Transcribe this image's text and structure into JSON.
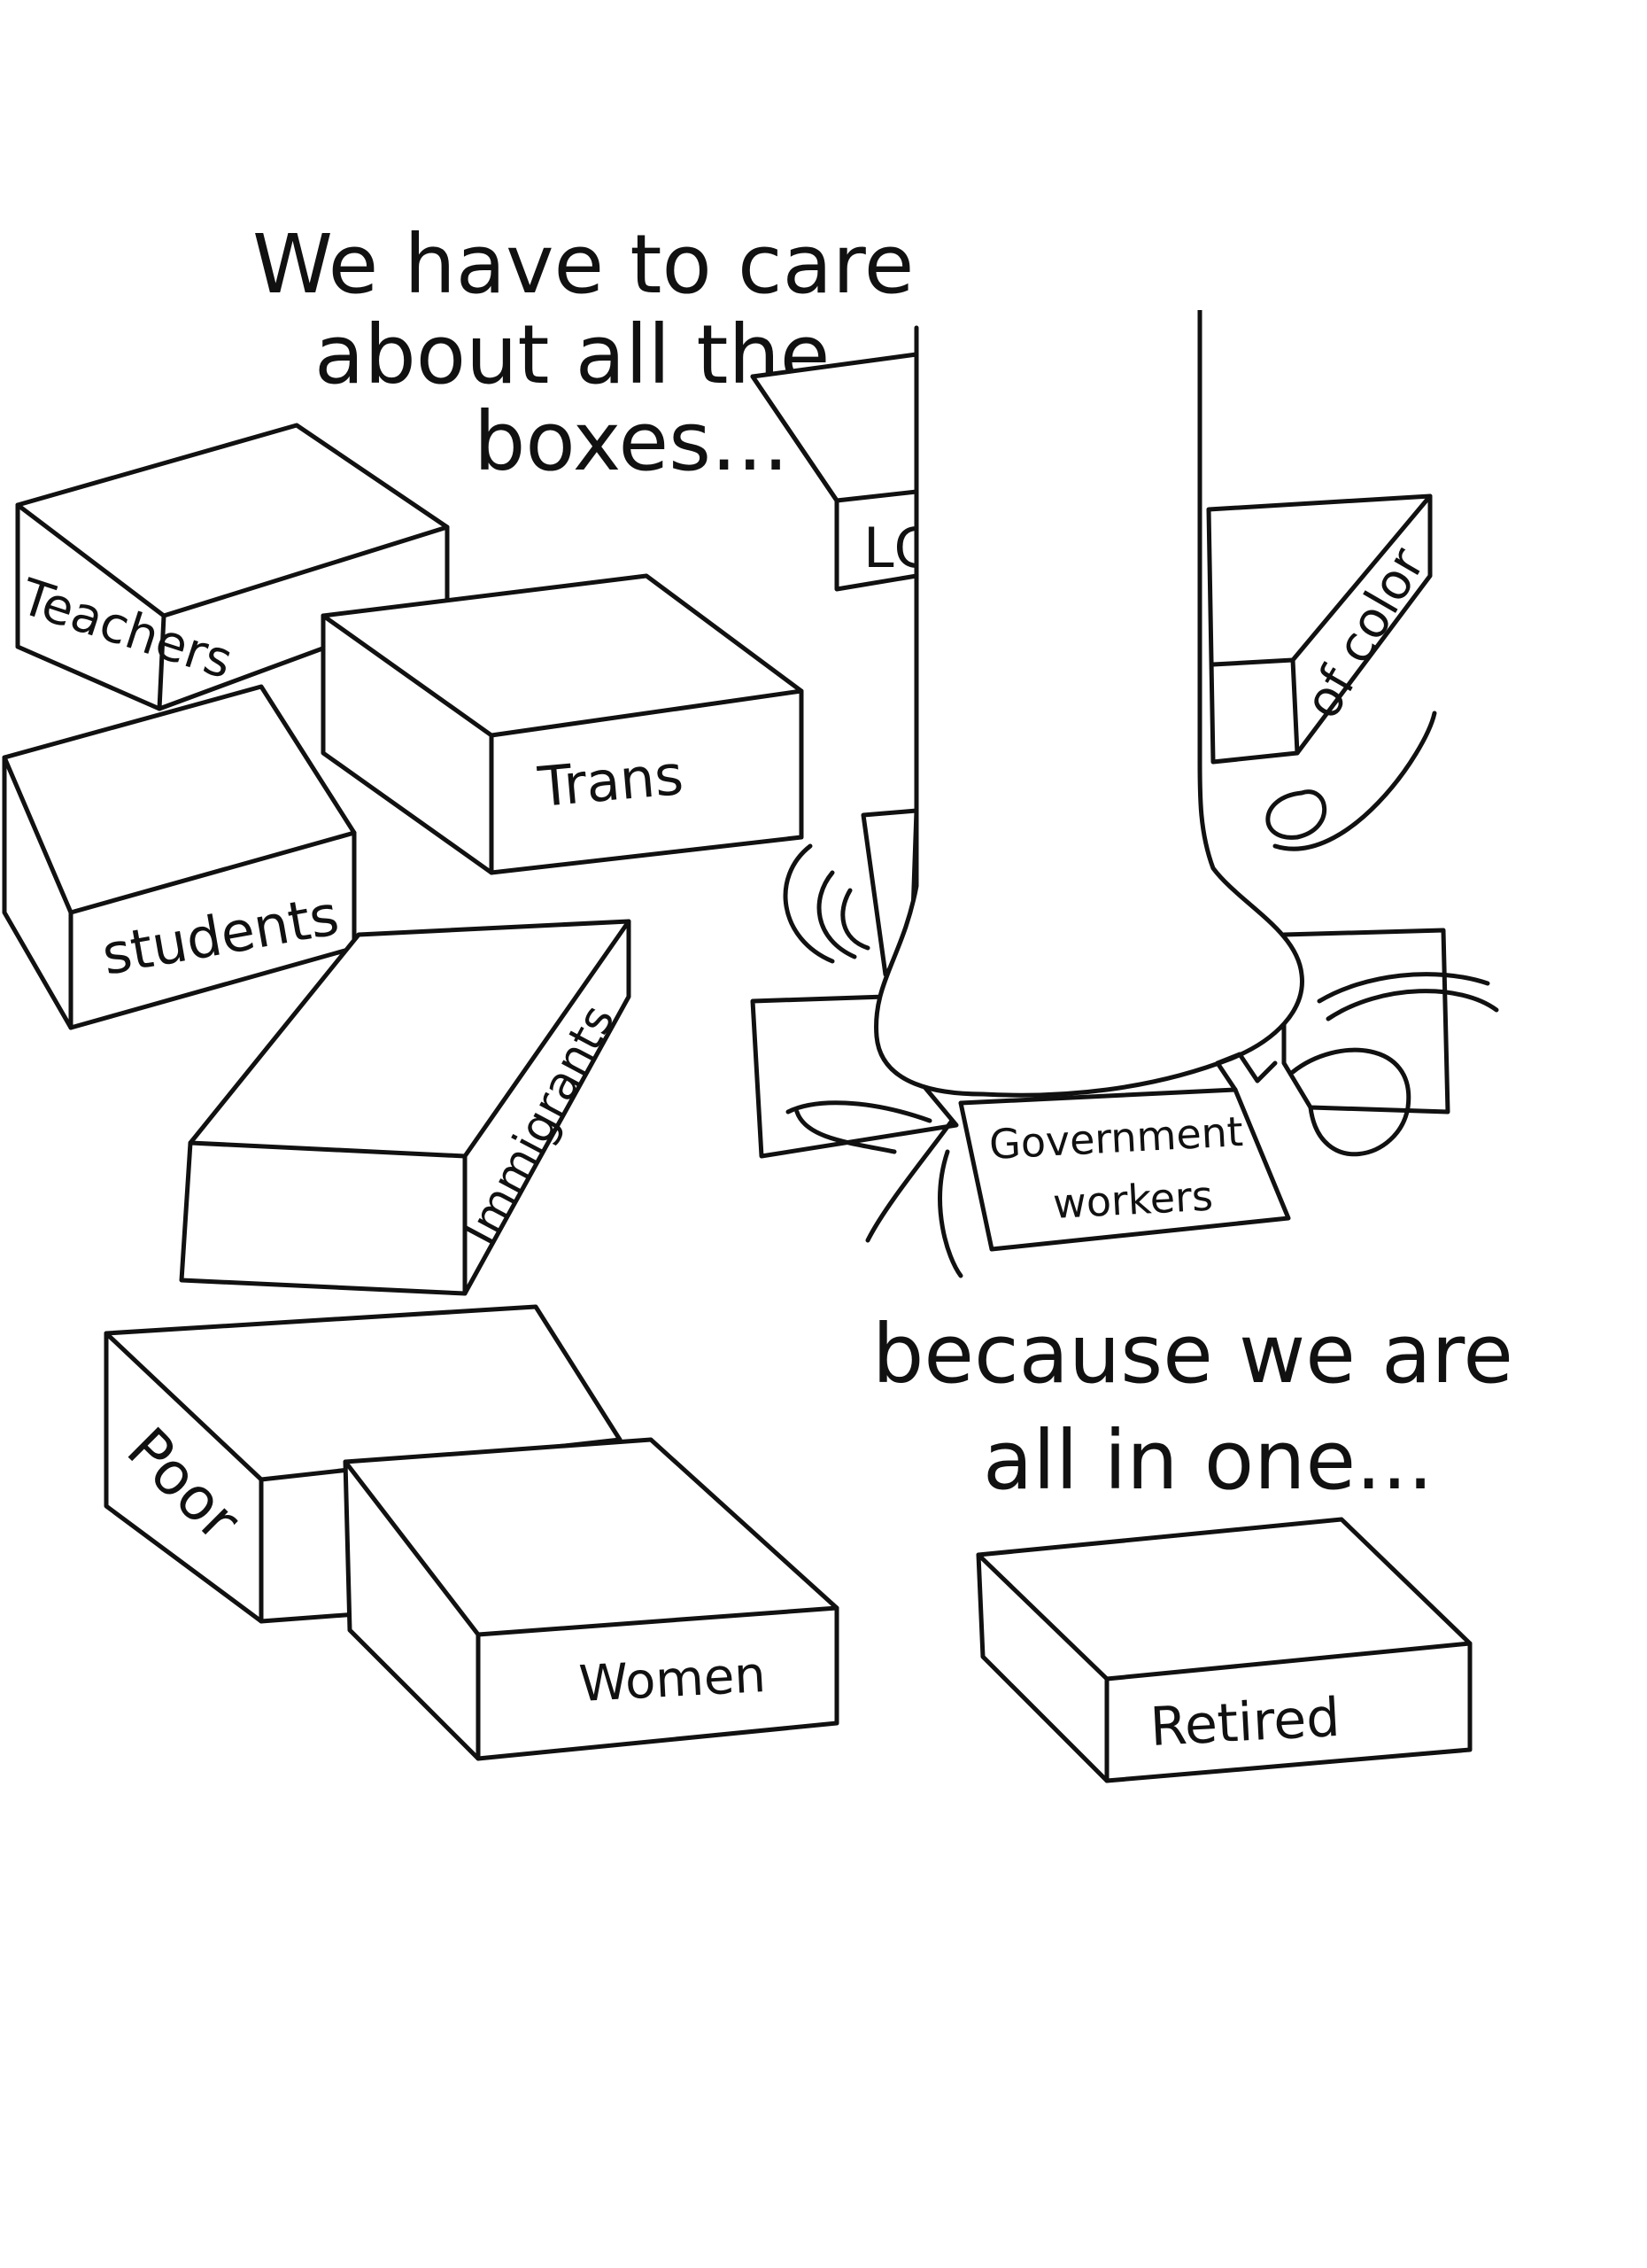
{
  "caption_top": [
    "We have to care",
    "about all the",
    "boxes..."
  ],
  "caption_bottom": [
    "because we are",
    "all in one..."
  ],
  "boxes": {
    "lg": "LG",
    "of_color": "of color",
    "teachers": "Teachers",
    "trans": "Trans",
    "students": "students",
    "immigrants": "Immigrants",
    "government_workers": [
      "Government",
      "workers"
    ],
    "poor": "Poor",
    "women": "Women",
    "retired": "Retired"
  },
  "colors": {
    "ink": "#111111",
    "paper": "#ffffff"
  }
}
